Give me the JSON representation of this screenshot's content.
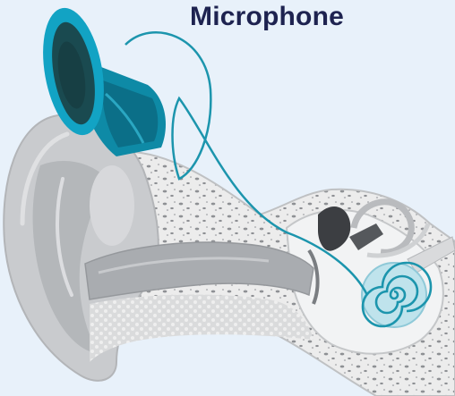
{
  "diagram": {
    "caption": "Microphone",
    "parts": [
      {
        "id": "microphone",
        "color": "#0e8aa6"
      },
      {
        "id": "outer-ear",
        "color": "#c9cbce"
      },
      {
        "id": "ear-canal",
        "color": "#a9acb0"
      },
      {
        "id": "skull-bone",
        "color": "#e9eaeb"
      },
      {
        "id": "cochlea",
        "color": "#bfe3ec"
      },
      {
        "id": "wire",
        "color": "#1c95ad"
      }
    ]
  }
}
